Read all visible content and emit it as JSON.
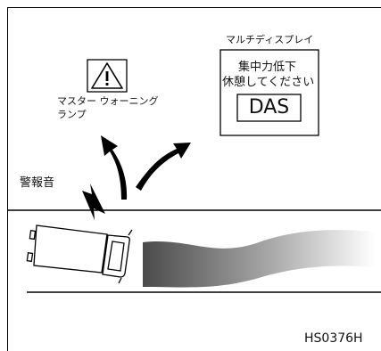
{
  "master_warning_lamp": {
    "icon": "warning-triangle-icon",
    "label_line1": "マスター ウォーニング",
    "label_line2": "ランプ"
  },
  "multi_display": {
    "title": "マルチディスプレイ",
    "message_line1": "集中力低下",
    "message_line2": "休憩してください",
    "badge": "DAS"
  },
  "buzzer": {
    "label": "警報音",
    "icon": "lightning-bolt-icon"
  },
  "vehicle": {
    "icon": "truck-top-view-icon"
  },
  "figure_code": "HS0376H"
}
